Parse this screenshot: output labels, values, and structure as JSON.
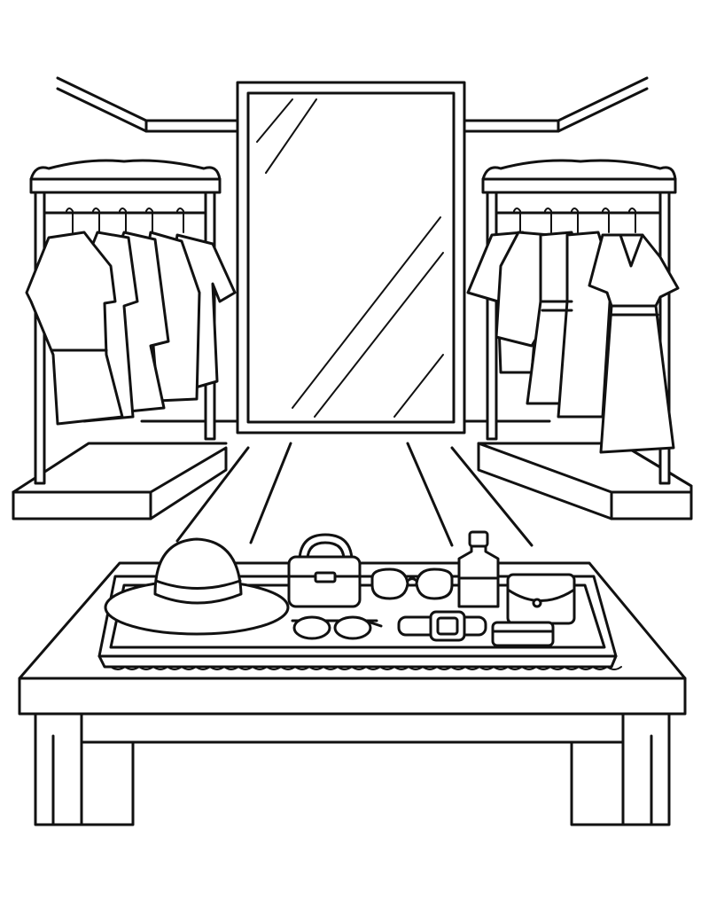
{
  "scene": {
    "description_type": "line-art coloring page",
    "colors": {
      "line": "#111111",
      "background": "#ffffff"
    },
    "objects": [
      "ceiling-trim",
      "mirror",
      "left-clothing-rack",
      "right-clothing-rack",
      "display-table",
      "tray",
      "hat",
      "handbag",
      "glasses",
      "sunglasses",
      "perfume-bottle",
      "wristwatch",
      "wallet",
      "clutch-purse"
    ]
  }
}
